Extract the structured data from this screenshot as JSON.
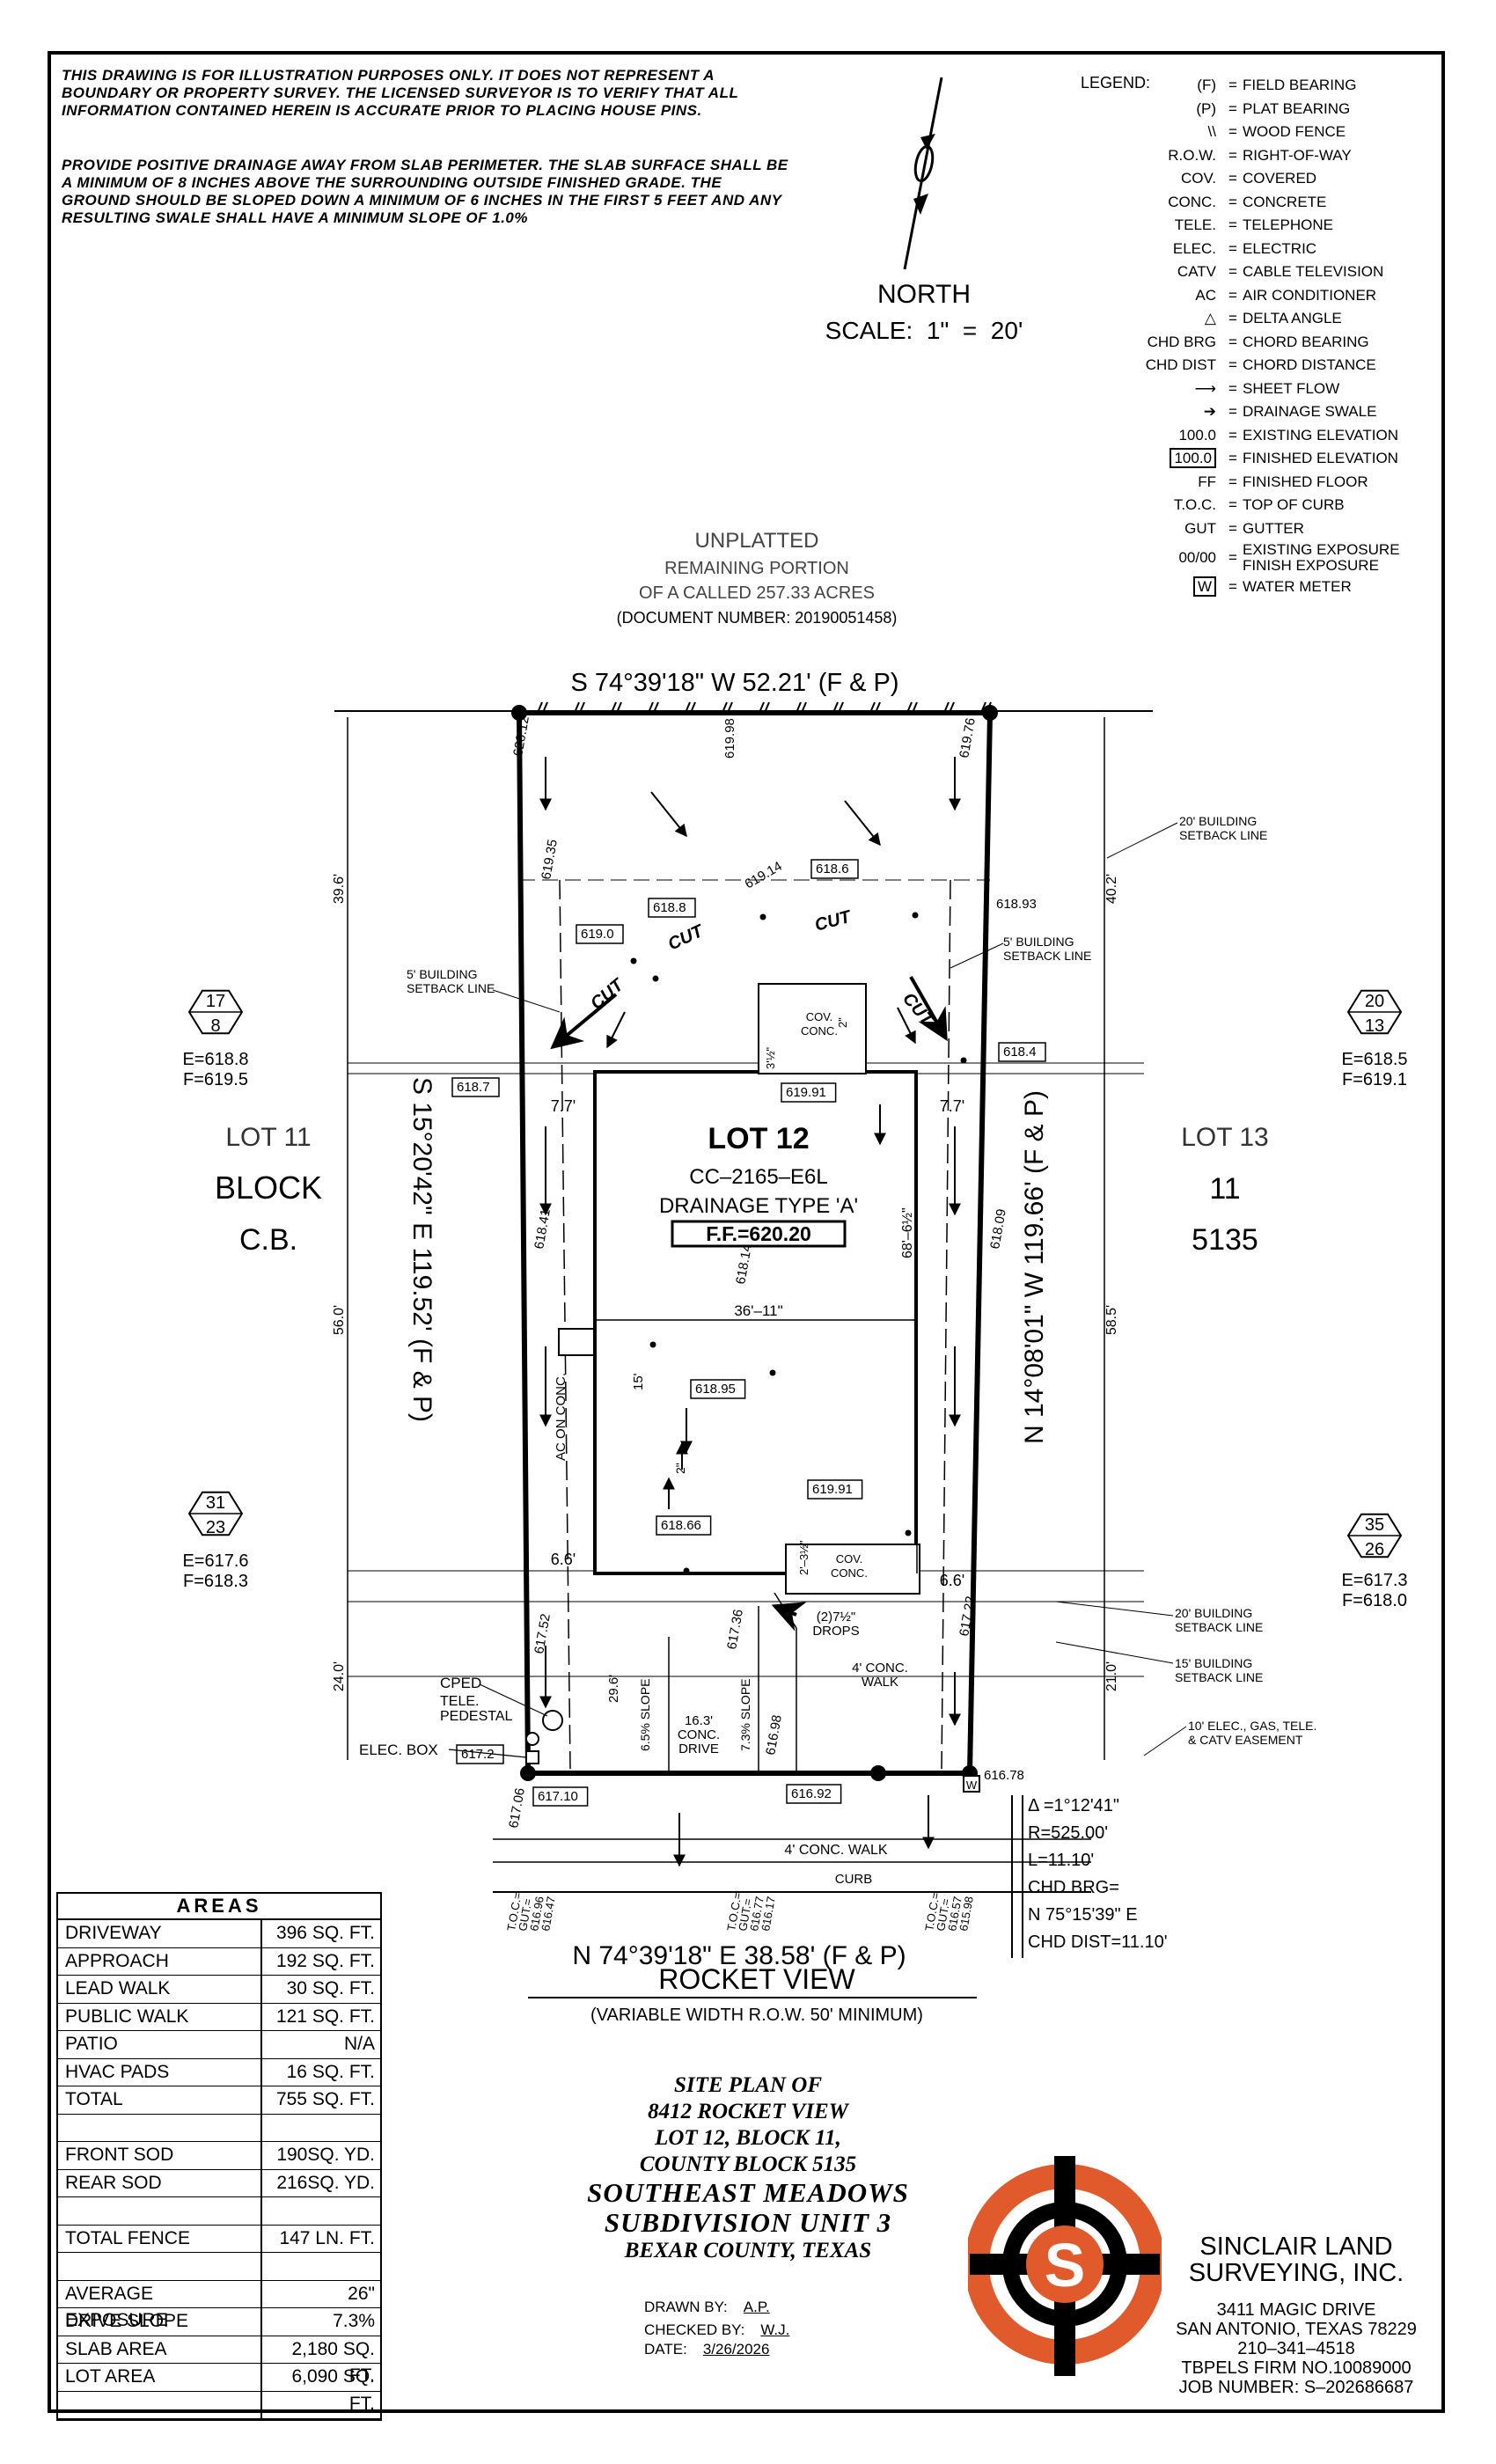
{
  "notes": {
    "p1": "THIS DRAWING IS FOR ILLUSTRATION PURPOSES ONLY. IT DOES NOT REPRESENT A BOUNDARY OR PROPERTY SURVEY. THE LICENSED SURVEYOR IS TO VERIFY THAT ALL INFORMATION CONTAINED HEREIN IS ACCURATE PRIOR TO PLACING HOUSE PINS.",
    "p2": "PROVIDE POSITIVE DRAINAGE AWAY FROM SLAB PERIMETER. THE SLAB SURFACE SHALL BE A MINIMUM OF 8 INCHES ABOVE THE SURROUNDING OUTSIDE FINISHED GRADE. THE GROUND SHOULD BE SLOPED DOWN A MINIMUM OF 6 INCHES IN THE FIRST 5 FEET AND ANY RESULTING SWALE SHALL HAVE A MINIMUM SLOPE OF 1.0%"
  },
  "north": {
    "label": "NORTH",
    "scale": "SCALE:  1\"  =  20'"
  },
  "legend": {
    "title": "LEGEND:",
    "items": [
      {
        "sym": "(F)",
        "desc": "FIELD BEARING"
      },
      {
        "sym": "(P)",
        "desc": "PLAT BEARING"
      },
      {
        "sym": "\\\\",
        "desc": "WOOD FENCE"
      },
      {
        "sym": "R.O.W.",
        "desc": "RIGHT-OF-WAY"
      },
      {
        "sym": "COV.",
        "desc": "COVERED"
      },
      {
        "sym": "CONC.",
        "desc": "CONCRETE"
      },
      {
        "sym": "TELE.",
        "desc": "TELEPHONE"
      },
      {
        "sym": "ELEC.",
        "desc": "ELECTRIC"
      },
      {
        "sym": "CATV",
        "desc": "CABLE TELEVISION"
      },
      {
        "sym": "AC",
        "desc": "AIR CONDITIONER"
      },
      {
        "sym": "△",
        "desc": "DELTA ANGLE"
      },
      {
        "sym": "CHD BRG",
        "desc": "CHORD BEARING"
      },
      {
        "sym": "CHD DIST",
        "desc": "CHORD DISTANCE"
      },
      {
        "sym": "⟶",
        "desc": "SHEET FLOW"
      },
      {
        "sym": "➔",
        "desc": "DRAINAGE SWALE"
      },
      {
        "sym": "100.0",
        "desc": "EXISTING ELEVATION"
      },
      {
        "sym": "100.0",
        "desc": "FINISHED ELEVATION",
        "boxed": true
      },
      {
        "sym": "FF",
        "desc": "FINISHED FLOOR"
      },
      {
        "sym": "T.O.C.",
        "desc": "TOP OF CURB"
      },
      {
        "sym": "GUT",
        "desc": "GUTTER"
      },
      {
        "sym": "00/00",
        "desc": "EXISTING EXPOSURE FINISH EXPOSURE"
      },
      {
        "sym": "W",
        "desc": "WATER METER",
        "boxed": true
      }
    ]
  },
  "plan": {
    "unplatted": [
      "UNPLATTED",
      "REMAINING PORTION",
      "OF A CALLED 257.33 ACRES",
      "(DOCUMENT NUMBER: 20190051458)"
    ],
    "north_line": "S  74°39'18\"  W  52.21'  (F  &  P)",
    "south_line": "N  74°39'18\"  E  38.58'  (F  &  P)",
    "west_line": "S  15°20'42\"  E  119.52'  (F  &  P)",
    "east_line": "N  14°08'01\"  W  119.66'  (F  &  P)",
    "street": "ROCKET VIEW",
    "row": "(VARIABLE WIDTH R.O.W. 50' MINIMUM)",
    "lot": "LOT 12",
    "plan_code": "CC–2165–E6L",
    "drainage": "DRAINAGE TYPE 'A'",
    "ff": "F.F.=620.20",
    "lot11": [
      "LOT 11",
      "BLOCK",
      "C.B."
    ],
    "lot13": [
      "LOT 13",
      "11",
      "5135"
    ],
    "hex": [
      {
        "top": "17",
        "bot": "8",
        "e": "E=618.8",
        "f": "F=619.5"
      },
      {
        "top": "31",
        "bot": "23",
        "e": "E=617.6",
        "f": "F=618.3"
      },
      {
        "top": "20",
        "bot": "13",
        "e": "E=618.5",
        "f": "F=619.1"
      },
      {
        "top": "35",
        "bot": "26",
        "e": "E=617.3",
        "f": "F=618.0"
      }
    ],
    "elev_existing": [
      "620.12",
      "619.98",
      "619.76",
      "619.35",
      "619.14",
      "618.93",
      "618.41",
      "618.14",
      "618.09",
      "617.52",
      "617.36",
      "617.22",
      "616.98",
      "617.06",
      "616.78"
    ],
    "elev_finished": [
      "618.6",
      "618.8",
      "619.0",
      "618.4",
      "618.7",
      "619.91",
      "618.95",
      "619.91",
      "618.66",
      "617.2",
      "617.10",
      "616.92"
    ],
    "dims": [
      "39.6'",
      "40.2'",
      "56.0'",
      "58.5'",
      "24.0'",
      "21.0'",
      "29.6'",
      "7.7'",
      "7.7'",
      "6.6'",
      "6.6'",
      "36'–11\"",
      "68'–6½\"",
      "15'",
      "2'–3½\"",
      "3'½\""
    ],
    "cut": "CUT",
    "slopes": [
      "2\"",
      "2\""
    ],
    "labels": {
      "setback_20_top": [
        "20' BUILDING",
        "SETBACK LINE"
      ],
      "setback_5_right": [
        "5' BUILDING",
        "SETBACK LINE"
      ],
      "setback_5_left": [
        "5' BUILDING",
        "SETBACK LINE"
      ],
      "setback_20_bot": [
        "20' BUILDING",
        "SETBACK LINE"
      ],
      "setback_15": [
        "15' BUILDING",
        "SETBACK LINE"
      ],
      "easement": [
        "10' ELEC., GAS, TELE.",
        "& CATV EASEMENT"
      ],
      "cov_conc_top": [
        "COV.",
        "CONC."
      ],
      "cov_conc_bot": [
        "COV.",
        "CONC."
      ],
      "ac_on_conc": "AC ON CONC.",
      "drops": [
        "(2)7½\"",
        "DROPS"
      ],
      "walk4": [
        "4' CONC.",
        "WALK"
      ],
      "drive": [
        "16.3'",
        "CONC.",
        "DRIVE"
      ],
      "slope_l": [
        "6.5%",
        "SLOPE"
      ],
      "slope_r": [
        "7.3%",
        "SLOPE"
      ],
      "cped": "CPED",
      "tele_ped": [
        "TELE.",
        "PEDESTAL"
      ],
      "elec_box": "ELEC. BOX",
      "walk_street": "4' CONC. WALK",
      "curb": "CURB",
      "toc1": [
        "T.O.C.=",
        "GUT.=",
        "616.96",
        "616.47"
      ],
      "toc2": [
        "T.O.C.=",
        "GUT.=",
        "616.77",
        "616.17"
      ],
      "toc3": [
        "T.O.C.=",
        "GUT.=",
        "616.57",
        "615.98"
      ]
    },
    "curve": [
      "Δ =1°12'41\"",
      "R=525.00'",
      "L=11.10'",
      "CHD BRG=",
      "N 75°15'39\" E",
      "CHD DIST=11.10'"
    ],
    "water_meter": "W"
  },
  "areas": {
    "title": "AREAS",
    "rows": [
      {
        "label": "DRIVEWAY",
        "value": "396 SQ. FT."
      },
      {
        "label": "APPROACH",
        "value": "192 SQ. FT."
      },
      {
        "label": "LEAD WALK",
        "value": "30 SQ. FT."
      },
      {
        "label": "PUBLIC WALK",
        "value": "121 SQ. FT."
      },
      {
        "label": "PATIO",
        "value": "N/A"
      },
      {
        "label": "HVAC PADS",
        "value": "16 SQ. FT."
      },
      {
        "label": "TOTAL",
        "value": "755 SQ. FT."
      },
      {
        "label": "",
        "value": ""
      },
      {
        "label": "FRONT SOD",
        "value": "190SQ. YD."
      },
      {
        "label": "REAR SOD",
        "value": "216SQ. YD."
      },
      {
        "label": "",
        "value": ""
      },
      {
        "label": "TOTAL FENCE",
        "value": "147 LN. FT."
      },
      {
        "label": "",
        "value": ""
      },
      {
        "label": "AVERAGE EXPOSURE",
        "value": "26\""
      },
      {
        "label": "DRIVE SLOPE",
        "value": "7.3%"
      },
      {
        "label": "SLAB AREA",
        "value": "2,180 SQ. FT."
      },
      {
        "label": "LOT AREA",
        "value": "6,090 SQ. FT."
      },
      {
        "label": "",
        "value": ""
      }
    ]
  },
  "title_block": {
    "lines": [
      "SITE PLAN OF",
      "8412 ROCKET VIEW",
      "LOT 12, BLOCK 11,",
      "COUNTY BLOCK 5135"
    ],
    "big": [
      "SOUTHEAST MEADOWS",
      "SUBDIVISION UNIT 3"
    ],
    "county": "BEXAR COUNTY, TEXAS",
    "drawn_by_label": "DRAWN BY:",
    "drawn_by": "A.P.",
    "checked_by_label": "CHECKED BY:",
    "checked_by": "W.J.",
    "date_label": "DATE:",
    "date": "3/26/2026"
  },
  "company": {
    "name1": "SINCLAIR LAND",
    "name2": "SURVEYING, INC.",
    "addr1": "3411 MAGIC DRIVE",
    "addr2": "SAN ANTONIO, TEXAS 78229",
    "phone": "210–341–4518",
    "firm": "TBPELS FIRM NO.10089000",
    "job": "JOB NUMBER:   S–202686687",
    "logo_letter": "S",
    "colors": {
      "ring": "#e05a2b",
      "dark": "#000000"
    }
  }
}
